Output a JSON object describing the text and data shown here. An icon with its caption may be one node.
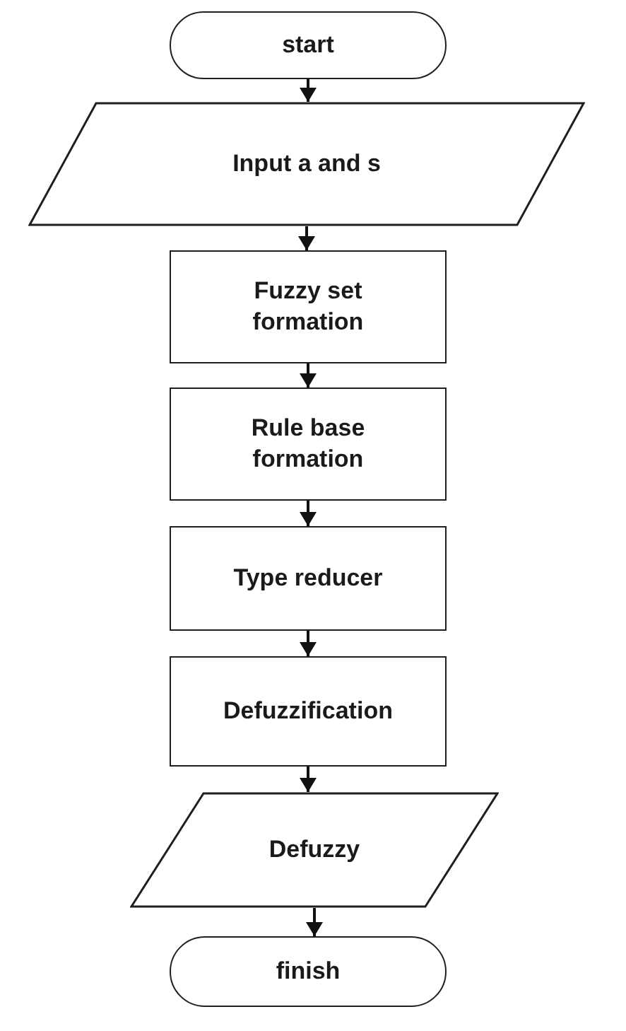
{
  "diagram": {
    "nodes": [
      {
        "text": [
          "start"
        ]
      },
      {
        "text": [
          "Input a and s"
        ]
      },
      {
        "text": [
          "Fuzzy set formation"
        ]
      },
      {
        "text": [
          "Rule base formation"
        ]
      },
      {
        "text": [
          "Type reducer"
        ]
      },
      {
        "text": [
          "Defuzzification"
        ]
      },
      {
        "text": [
          "Defuzzy"
        ]
      },
      {
        "text": [
          "finish"
        ]
      }
    ],
    "edges": [
      {
        "from": 0,
        "to": 1,
        "arrow": "to"
      },
      {
        "from": 1,
        "to": 2,
        "arrow": "to"
      },
      {
        "from": 2,
        "to": 3,
        "arrow": "to"
      },
      {
        "from": 3,
        "to": 4,
        "arrow": "to"
      },
      {
        "from": 4,
        "to": 5,
        "arrow": "to"
      },
      {
        "from": 5,
        "to": 6,
        "arrow": "to"
      },
      {
        "from": 6,
        "to": 7,
        "arrow": "to"
      }
    ]
  }
}
